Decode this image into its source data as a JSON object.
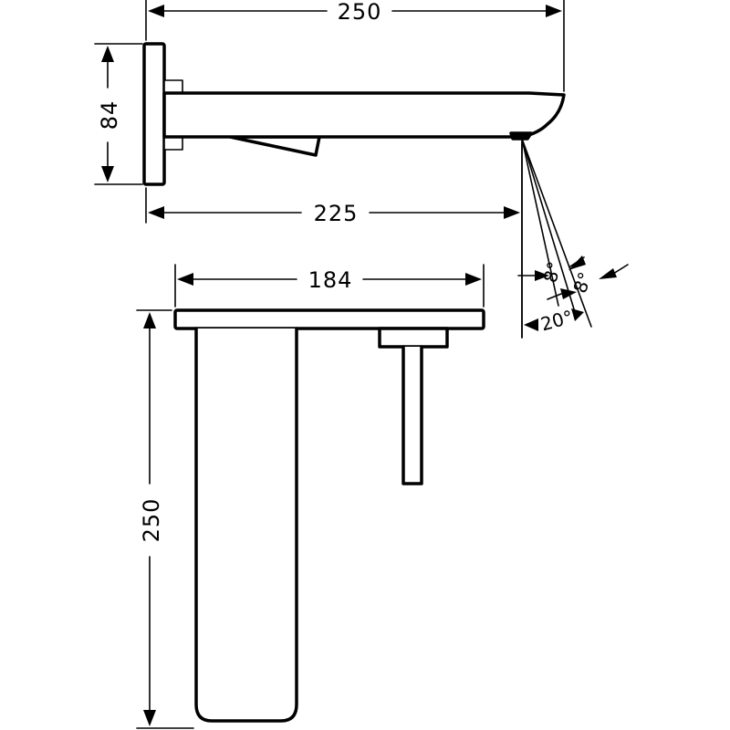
{
  "dimensions": {
    "spout_total_length": "250",
    "spout_height": "84",
    "spout_projection": "225",
    "plate_width": "184",
    "plate_height": "250",
    "spray_angle_inner": "8°",
    "spray_angle_outer": "8°",
    "spray_angle_total": "20°"
  }
}
